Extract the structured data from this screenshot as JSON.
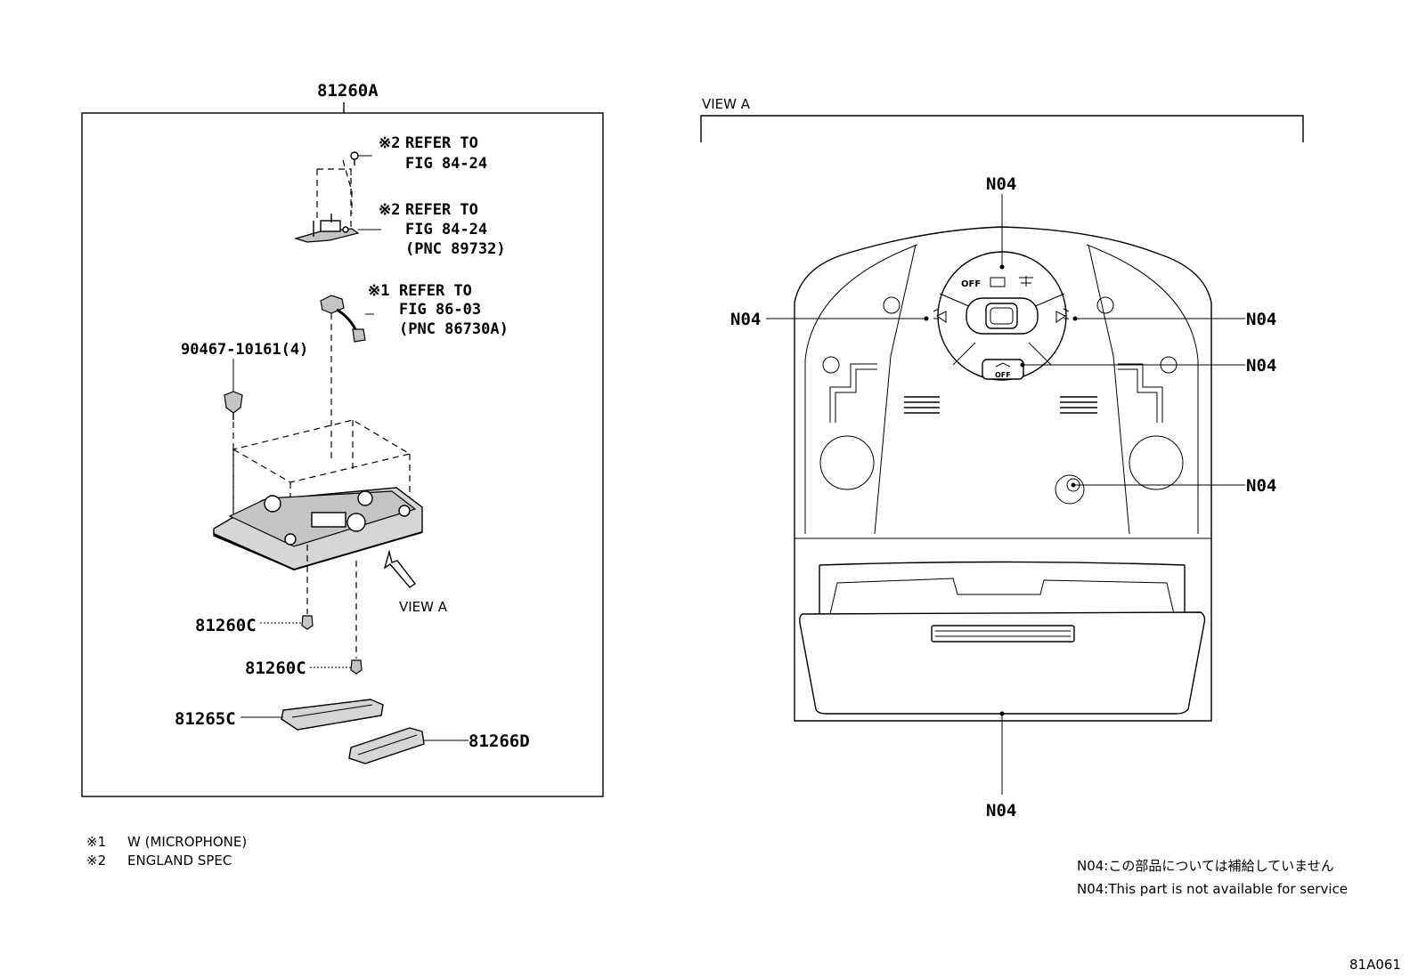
{
  "left_diagram": {
    "assembly_label": "81260A",
    "refs": [
      {
        "mark": "※2",
        "line1": "REFER TO",
        "line2": "FIG 84-24",
        "line3": ""
      },
      {
        "mark": "※2",
        "line1": "REFER TO",
        "line2": "FIG 84-24",
        "line3": "(PNC 89732)"
      },
      {
        "mark": "※1",
        "line1": "REFER TO",
        "line2": "FIG 86-03",
        "line3": "(PNC 86730A)"
      }
    ],
    "clip_label": "90467-10161(4)",
    "view_arrow_label": "VIEW A",
    "part_labels": [
      "81260C",
      "81260C",
      "81265C",
      "81266D"
    ]
  },
  "right_diagram": {
    "view_title": "VIEW A",
    "n04_labels": [
      "N04",
      "N04",
      "N04",
      "N04",
      "N04",
      "N04"
    ],
    "switch_off": "OFF",
    "button_off": "OFF"
  },
  "footnotes": [
    {
      "mark": "※1",
      "text": "W (MICROPHONE)"
    },
    {
      "mark": "※2",
      "text": "ENGLAND SPEC"
    }
  ],
  "notes": {
    "jp": "N04:この部品については補給していません",
    "en": "N04:This part is not available for service"
  },
  "figure_id": "81A061"
}
